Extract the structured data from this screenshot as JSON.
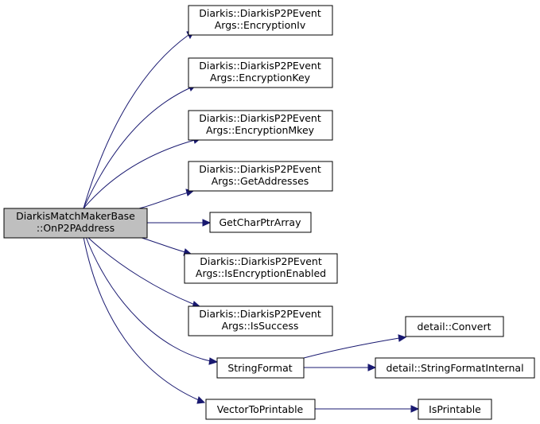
{
  "graph": {
    "root": {
      "line1": "DiarkisMatchMakerBase",
      "line2": "::OnP2PAddress"
    },
    "callees": [
      {
        "line1": "Diarkis::DiarkisP2PEvent",
        "line2": "Args::EncryptionIv"
      },
      {
        "line1": "Diarkis::DiarkisP2PEvent",
        "line2": "Args::EncryptionKey"
      },
      {
        "line1": "Diarkis::DiarkisP2PEvent",
        "line2": "Args::EncryptionMkey"
      },
      {
        "line1": "Diarkis::DiarkisP2PEvent",
        "line2": "Args::GetAddresses"
      },
      {
        "line1": "GetCharPtrArray"
      },
      {
        "line1": "Diarkis::DiarkisP2PEvent",
        "line2": "Args::IsEncryptionEnabled"
      },
      {
        "line1": "Diarkis::DiarkisP2PEvent",
        "line2": "Args::IsSuccess"
      },
      {
        "line1": "StringFormat"
      },
      {
        "line1": "VectorToPrintable"
      },
      {
        "line1": "detail::Convert"
      },
      {
        "line1": "detail::StringFormatInternal"
      },
      {
        "line1": "IsPrintable"
      }
    ]
  },
  "colors": {
    "edge": "#191970",
    "root_fill": "#bfbfbf",
    "node_fill": "#ffffff",
    "node_stroke": "#000000"
  }
}
